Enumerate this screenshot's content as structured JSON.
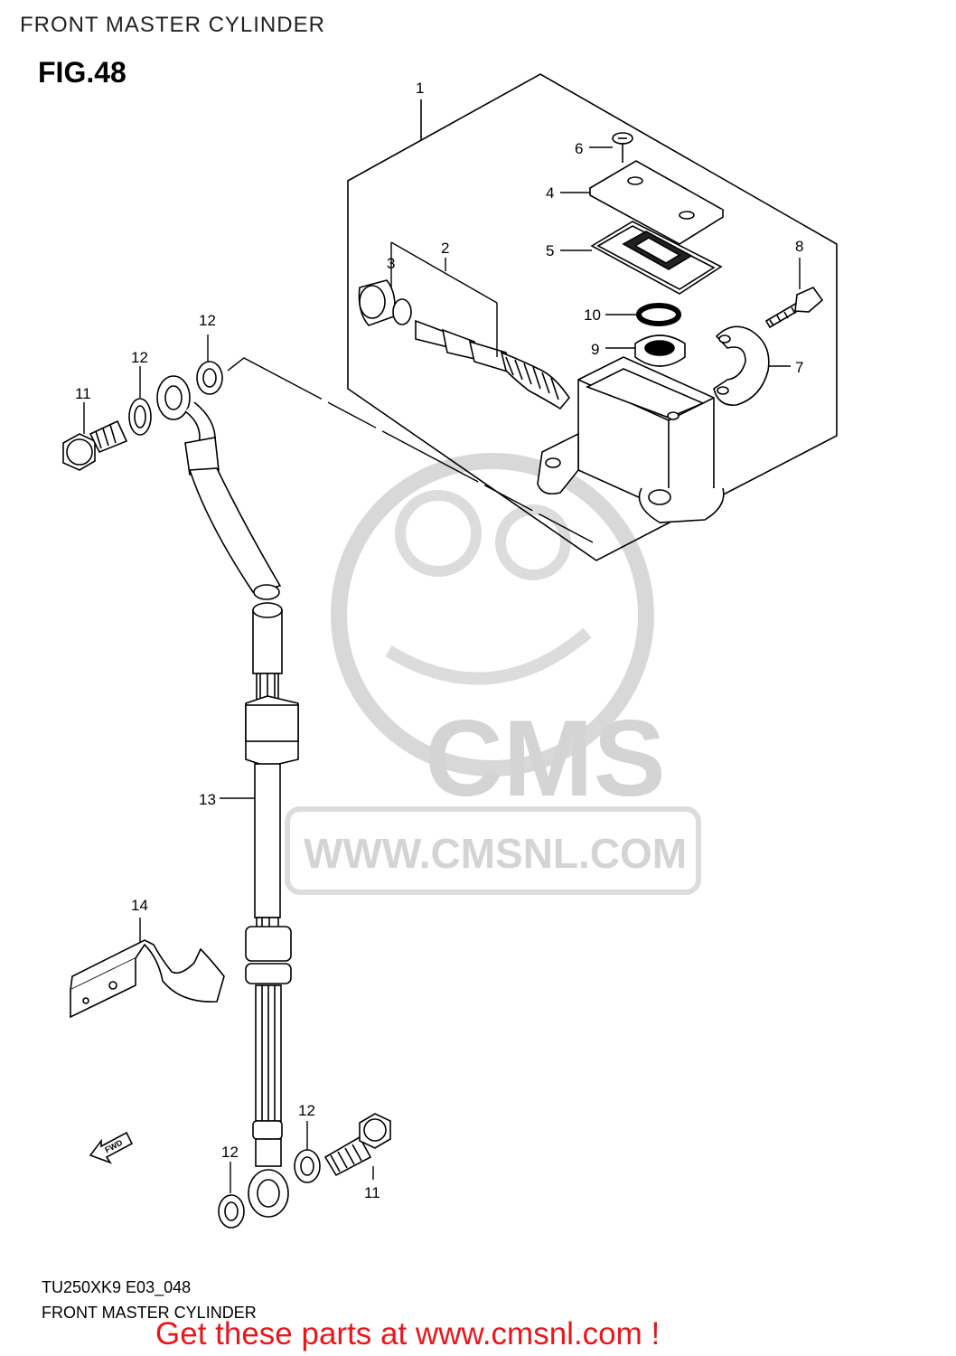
{
  "header": {
    "title": "FRONT MASTER CYLINDER"
  },
  "figure": {
    "label": "FIG.48"
  },
  "callouts": {
    "c1": "1",
    "c2": "2",
    "c3": "3",
    "c4": "4",
    "c5": "5",
    "c6": "6",
    "c7": "7",
    "c8": "8",
    "c9": "9",
    "c10": "10",
    "c11a": "11",
    "c12a": "12",
    "c12b": "12",
    "c13": "13",
    "c14": "14",
    "c12c": "12",
    "c12d": "12",
    "c11b": "11"
  },
  "watermark": {
    "brand": "CMS",
    "url": "WWW.CMSNL.COM"
  },
  "fwd_label": "FWD",
  "footer": {
    "code": "TU250XK9  E03_048",
    "title": "FRONT MASTER CYLINDER",
    "cta": "Get these parts at www.cmsnl.com !"
  },
  "colors": {
    "cta": "#e8171b",
    "watermark": "#d4d4d4",
    "line": "#000000"
  }
}
